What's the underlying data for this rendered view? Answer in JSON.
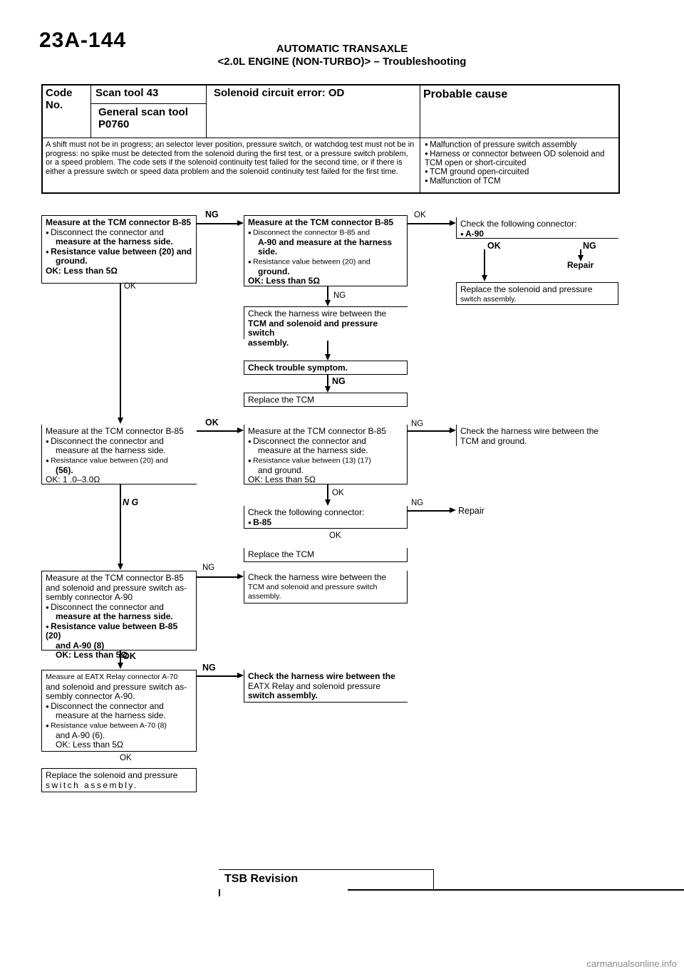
{
  "header": {
    "page_number": "23A-144",
    "title": "AUTOMATIC TRANSAXLE",
    "subtitle": "<2.0L ENGINE (NON-TURBO)> – Troubleshooting"
  },
  "code_table": {
    "code_no_label": "Code No.",
    "scan_tool_label": "Scan tool 43",
    "general_scan_label": "General scan tool",
    "general_scan_code": "P0760",
    "error_title": "Solenoid circuit error: OD",
    "probable_cause_label": "Probable cause",
    "description": "A shift must not be in progress; an selector lever position, pressure switch, or watchdog test must not be in progress: no spike must be detected from the solenoid during the first test, or a pressure switch problem, or a speed problem. The code sets if the solenoid continuity test failed for the second time, or if there is either a pressure switch or speed data problem and the solenoid continuity test failed for the first time.",
    "causes": [
      "Malfunction of pressure switch assembly",
      "Harness or connector between OD solenoid and TCM open or short-circuited",
      "TCM ground open-circuited",
      "Malfunction of TCM"
    ]
  },
  "flow": {
    "b1": {
      "title": "Measure at the TCM connector B-85",
      "l1": "Disconnect the connector and",
      "l2": "measure at the harness side.",
      "l3": "Resistance value between (20) and",
      "l4": "ground.",
      "l5": "OK: Less than 5Ω"
    },
    "b2": {
      "title": "Measure at the TCM connector B-85",
      "l1": "Disconnect the connector B-85 and",
      "l2": "A-90 and measure at the harness",
      "l3": "side.",
      "l4": "Resistance value between (20) and",
      "l5": "ground.",
      "l6": "OK: Less than 5Ω"
    },
    "b3": {
      "l1": "Check the following connector:",
      "l2": "A-90"
    },
    "b3_ok": "OK",
    "b3_ng": "NG",
    "b3_repair": "Repair",
    "b4": {
      "l1": "Replace the solenoid and pressure",
      "l2": "switch assembly."
    },
    "b5": {
      "l1": "Check the harness wire between the",
      "l2": "TCM and solenoid and pressure switch",
      "l3": "assembly."
    },
    "b6": "Check trouble symptom.",
    "b7": "Replace the TCM",
    "b8": {
      "l1": "Measure at the TCM connector B-85",
      "l2": "Disconnect the connector and",
      "l3": "measure at the harness side.",
      "l4": "Resistance value between (20) and",
      "l5": "(56).",
      "l6": "OK: 1 .0–3.0Ω"
    },
    "b9": {
      "l1": "Measure at the TCM connector B-85",
      "l2": "Disconnect the connector and",
      "l3": "measure at the harness side.",
      "l4": "Resistance value between (13) (17)",
      "l5": "and ground.",
      "l6": "OK: Less than 5Ω"
    },
    "b10": {
      "l1": "Check the harness wire between the",
      "l2": "TCM and ground."
    },
    "b11": {
      "l1": "Check the following connector:",
      "l2": "B-85"
    },
    "repair": "Repair",
    "b12": "Replace the TCM",
    "b13": {
      "l1": "Measure at the TCM connector B-85",
      "l2": "and solenoid and pressure switch as-",
      "l3": "sembly connector A-90",
      "l4": "Disconnect the connector and",
      "l5": "measure at the harness side.",
      "l6": "Resistance value between B-85 (20)",
      "l7": "and A-90 (8)",
      "l8": "OK: Less than 5Ω"
    },
    "b14": {
      "l1": "Check the harness wire between the",
      "l2": "TCM and solenoid and pressure switch",
      "l3": "assembly."
    },
    "b15": {
      "l1": "Measure at EATX Relay connector A-70",
      "l2": "and solenoid and pressure switch as-",
      "l3": "sembly connector A-90.",
      "l4": "Disconnect the connector and",
      "l5": "measure at the harness side.",
      "l6": "Resistance value between A-70 (8)",
      "l7": "and A-90 (6).",
      "l8": "OK: Less than 5Ω"
    },
    "b16": {
      "l1": "Check the harness wire between the",
      "l2": "EATX Relay and solenoid pressure",
      "l3": "switch assembly."
    },
    "b17": {
      "l1": "Replace the solenoid and pressure",
      "l2": "switch assembly."
    },
    "labels": {
      "ok": "OK",
      "ng": "NG",
      "ng_italic": "N G"
    }
  },
  "tsb": "TSB Revision",
  "footer": "carmanualsonline.info"
}
